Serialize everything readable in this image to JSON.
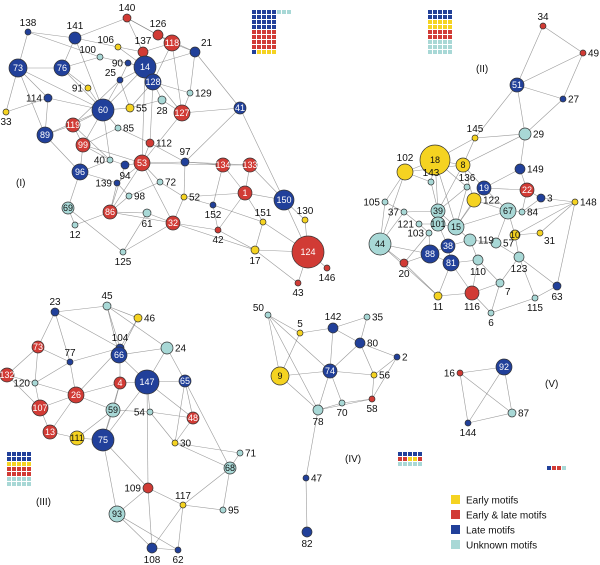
{
  "colors": {
    "early": "#f5d321",
    "both": "#d13b35",
    "late": "#21409a",
    "unknown": "#a8d8d6",
    "edge": "#777777",
    "stroke": "#333333"
  },
  "legend": [
    {
      "label": "Early motifs",
      "cat": "early"
    },
    {
      "label": "Early & late motifs",
      "cat": "both"
    },
    {
      "label": "Late motifs",
      "cat": "late"
    },
    {
      "label": "Unknown motifs",
      "cat": "unknown"
    }
  ],
  "clusters": [
    {
      "label": "(I)"
    },
    {
      "label": "(II)"
    },
    {
      "label": "(III)"
    },
    {
      "label": "(IV)"
    },
    {
      "label": "(V)"
    }
  ],
  "nodes": [
    {
      "id": "138",
      "cat": "late"
    },
    {
      "id": "141",
      "cat": "late"
    },
    {
      "id": "140",
      "cat": "both"
    },
    {
      "id": "126",
      "cat": "both"
    },
    {
      "id": "73",
      "cat": "late"
    },
    {
      "id": "76",
      "cat": "late"
    },
    {
      "id": "100",
      "cat": "unknown"
    },
    {
      "id": "106",
      "cat": "early"
    },
    {
      "id": "137",
      "cat": "both"
    },
    {
      "id": "118",
      "cat": "both"
    },
    {
      "id": "21",
      "cat": "late"
    },
    {
      "id": "90",
      "cat": "late"
    },
    {
      "id": "14",
      "cat": "late"
    },
    {
      "id": "128",
      "cat": "late"
    },
    {
      "id": "91",
      "cat": "early"
    },
    {
      "id": "25",
      "cat": "late"
    },
    {
      "id": "114",
      "cat": "late"
    },
    {
      "id": "33",
      "cat": "early"
    },
    {
      "id": "60",
      "cat": "late"
    },
    {
      "id": "55",
      "cat": "early"
    },
    {
      "id": "28",
      "cat": "unknown"
    },
    {
      "id": "127",
      "cat": "both"
    },
    {
      "id": "41",
      "cat": "late"
    },
    {
      "id": "129",
      "cat": "unknown"
    },
    {
      "id": "89",
      "cat": "late"
    },
    {
      "id": "119",
      "cat": "both"
    },
    {
      "id": "85",
      "cat": "unknown"
    },
    {
      "id": "99",
      "cat": "both"
    },
    {
      "id": "112",
      "cat": "both"
    },
    {
      "id": "40",
      "cat": "unknown"
    },
    {
      "id": "94",
      "cat": "late"
    },
    {
      "id": "53",
      "cat": "both"
    },
    {
      "id": "97",
      "cat": "late"
    },
    {
      "id": "134",
      "cat": "both"
    },
    {
      "id": "133",
      "cat": "both"
    },
    {
      "id": "96",
      "cat": "late"
    },
    {
      "id": "139",
      "cat": "late"
    },
    {
      "id": "72",
      "cat": "unknown"
    },
    {
      "id": "98",
      "cat": "unknown"
    },
    {
      "id": "86",
      "cat": "both"
    },
    {
      "id": "52",
      "cat": "early"
    },
    {
      "id": "1",
      "cat": "both"
    },
    {
      "id": "150",
      "cat": "late"
    },
    {
      "id": "69",
      "cat": "unknown"
    },
    {
      "id": "61",
      "cat": "unknown"
    },
    {
      "id": "32",
      "cat": "both"
    },
    {
      "id": "152",
      "cat": "late"
    },
    {
      "id": "130",
      "cat": "early"
    },
    {
      "id": "151",
      "cat": "early"
    },
    {
      "id": "42",
      "cat": "both"
    },
    {
      "id": "12",
      "cat": "unknown"
    },
    {
      "id": "125",
      "cat": "unknown"
    },
    {
      "id": "17",
      "cat": "early"
    },
    {
      "id": "124",
      "cat": "both"
    },
    {
      "id": "146",
      "cat": "both"
    },
    {
      "id": "43",
      "cat": "both"
    },
    {
      "id": "34",
      "cat": "both"
    },
    {
      "id": "49",
      "cat": "both"
    },
    {
      "id": "51",
      "cat": "late"
    },
    {
      "id": "27",
      "cat": "late"
    },
    {
      "id": "145",
      "cat": "early"
    },
    {
      "id": "29",
      "cat": "unknown"
    },
    {
      "id": "102",
      "cat": "early"
    },
    {
      "id": "18",
      "cat": "early"
    },
    {
      "id": "8",
      "cat": "early"
    },
    {
      "id": "149",
      "cat": "late"
    },
    {
      "id": "143",
      "cat": "unknown"
    },
    {
      "id": "19",
      "cat": "late"
    },
    {
      "id": "22",
      "cat": "both"
    },
    {
      "id": "3",
      "cat": "late"
    },
    {
      "id": "136",
      "cat": "unknown"
    },
    {
      "id": "105",
      "cat": "unknown"
    },
    {
      "id": "37",
      "cat": "unknown"
    },
    {
      "id": "39",
      "cat": "unknown"
    },
    {
      "id": "122",
      "cat": "early"
    },
    {
      "id": "84",
      "cat": "unknown"
    },
    {
      "id": "148",
      "cat": "early"
    },
    {
      "id": "121",
      "cat": "unknown"
    },
    {
      "id": "101",
      "cat": "unknown"
    },
    {
      "id": "15",
      "cat": "unknown"
    },
    {
      "id": "67",
      "cat": "unknown"
    },
    {
      "id": "10",
      "cat": "early"
    },
    {
      "id": "31",
      "cat": "early"
    },
    {
      "id": "103",
      "cat": "unknown"
    },
    {
      "id": "38",
      "cat": "late"
    },
    {
      "id": "119b",
      "cat": "unknown"
    },
    {
      "id": "57",
      "cat": "unknown"
    },
    {
      "id": "44",
      "cat": "unknown"
    },
    {
      "id": "88",
      "cat": "late"
    },
    {
      "id": "81",
      "cat": "late"
    },
    {
      "id": "110",
      "cat": "unknown"
    },
    {
      "id": "123",
      "cat": "unknown"
    },
    {
      "id": "20",
      "cat": "both"
    },
    {
      "id": "11",
      "cat": "early"
    },
    {
      "id": "116",
      "cat": "both"
    },
    {
      "id": "7",
      "cat": "unknown"
    },
    {
      "id": "63",
      "cat": "late"
    },
    {
      "id": "115",
      "cat": "unknown"
    },
    {
      "id": "6",
      "cat": "unknown"
    },
    {
      "id": "23",
      "cat": "late"
    },
    {
      "id": "45",
      "cat": "unknown"
    },
    {
      "id": "46",
      "cat": "early"
    },
    {
      "id": "73b",
      "cat": "both"
    },
    {
      "id": "104",
      "cat": "late"
    },
    {
      "id": "66",
      "cat": "late"
    },
    {
      "id": "24",
      "cat": "unknown"
    },
    {
      "id": "77",
      "cat": "late"
    },
    {
      "id": "132",
      "cat": "both"
    },
    {
      "id": "120",
      "cat": "unknown"
    },
    {
      "id": "26",
      "cat": "both"
    },
    {
      "id": "4",
      "cat": "both"
    },
    {
      "id": "147",
      "cat": "late"
    },
    {
      "id": "65",
      "cat": "late"
    },
    {
      "id": "107",
      "cat": "both"
    },
    {
      "id": "59",
      "cat": "unknown"
    },
    {
      "id": "54",
      "cat": "unknown"
    },
    {
      "id": "48",
      "cat": "both"
    },
    {
      "id": "13",
      "cat": "both"
    },
    {
      "id": "111",
      "cat": "early"
    },
    {
      "id": "75",
      "cat": "late"
    },
    {
      "id": "30",
      "cat": "early"
    },
    {
      "id": "71",
      "cat": "unknown"
    },
    {
      "id": "68",
      "cat": "unknown"
    },
    {
      "id": "109",
      "cat": "both"
    },
    {
      "id": "117",
      "cat": "early"
    },
    {
      "id": "95",
      "cat": "unknown"
    },
    {
      "id": "93",
      "cat": "unknown"
    },
    {
      "id": "108",
      "cat": "late"
    },
    {
      "id": "62",
      "cat": "late"
    },
    {
      "id": "50",
      "cat": "unknown"
    },
    {
      "id": "5",
      "cat": "early"
    },
    {
      "id": "142",
      "cat": "late"
    },
    {
      "id": "35",
      "cat": "unknown"
    },
    {
      "id": "80",
      "cat": "late"
    },
    {
      "id": "2",
      "cat": "late"
    },
    {
      "id": "9",
      "cat": "early"
    },
    {
      "id": "74",
      "cat": "late"
    },
    {
      "id": "56",
      "cat": "early"
    },
    {
      "id": "70",
      "cat": "unknown"
    },
    {
      "id": "58",
      "cat": "both"
    },
    {
      "id": "78",
      "cat": "unknown"
    },
    {
      "id": "47",
      "cat": "late"
    },
    {
      "id": "82",
      "cat": "late"
    },
    {
      "id": "16",
      "cat": "both"
    },
    {
      "id": "92",
      "cat": "late"
    },
    {
      "id": "144",
      "cat": "late"
    },
    {
      "id": "87",
      "cat": "unknown"
    }
  ],
  "barGlyphs": [
    {
      "rows": [
        [
          "late",
          "late",
          "late",
          "late",
          "late",
          "unknown",
          "unknown",
          "unknown"
        ],
        [
          "late",
          "late",
          "late",
          "late",
          "late"
        ],
        [
          "late",
          "late",
          "late",
          "late",
          "late"
        ],
        [
          "late",
          "late",
          "late",
          "late",
          "late"
        ],
        [
          "both",
          "both",
          "both",
          "both",
          "both"
        ],
        [
          "both",
          "both",
          "both",
          "both",
          "both"
        ],
        [
          "both",
          "both",
          "both",
          "both",
          "both"
        ],
        [
          "both",
          "both",
          "both",
          "both",
          "both"
        ],
        [
          "late",
          "early",
          "early",
          "early",
          "early"
        ]
      ]
    },
    {
      "rows": [
        [
          "late",
          "late",
          "late",
          "late",
          "late"
        ],
        [
          "late",
          "late",
          "late",
          "late",
          "late"
        ],
        [
          "early",
          "early",
          "early",
          "early",
          "early"
        ],
        [
          "early",
          "early",
          "early",
          "early",
          "early"
        ],
        [
          "both",
          "both",
          "both",
          "both",
          "both"
        ],
        [
          "both",
          "both",
          "both",
          "both",
          "both"
        ],
        [
          "unknown",
          "unknown",
          "unknown",
          "unknown",
          "unknown"
        ],
        [
          "unknown",
          "unknown",
          "unknown",
          "unknown",
          "unknown"
        ],
        [
          "unknown",
          "unknown",
          "unknown",
          "unknown",
          "unknown"
        ]
      ]
    },
    {
      "rows": [
        [
          "late",
          "late",
          "late",
          "late",
          "late"
        ],
        [
          "late",
          "late",
          "late",
          "late",
          "late"
        ],
        [
          "early",
          "early",
          "early",
          "early",
          "early"
        ],
        [
          "both",
          "both",
          "both",
          "both",
          "both"
        ],
        [
          "both",
          "both",
          "both",
          "both",
          "both"
        ],
        [
          "unknown",
          "unknown",
          "unknown",
          "unknown",
          "unknown"
        ],
        [
          "unknown",
          "unknown",
          "unknown",
          "unknown",
          "unknown"
        ]
      ]
    },
    {
      "rows": [
        [
          "late",
          "late",
          "late",
          "late",
          "late"
        ],
        [
          "both",
          "both",
          "early",
          "early",
          "both"
        ],
        [
          "unknown",
          "unknown",
          "unknown",
          "unknown",
          "unknown"
        ]
      ]
    },
    {
      "rows": [
        [
          "late",
          "both",
          "both",
          "unknown"
        ]
      ]
    }
  ]
}
